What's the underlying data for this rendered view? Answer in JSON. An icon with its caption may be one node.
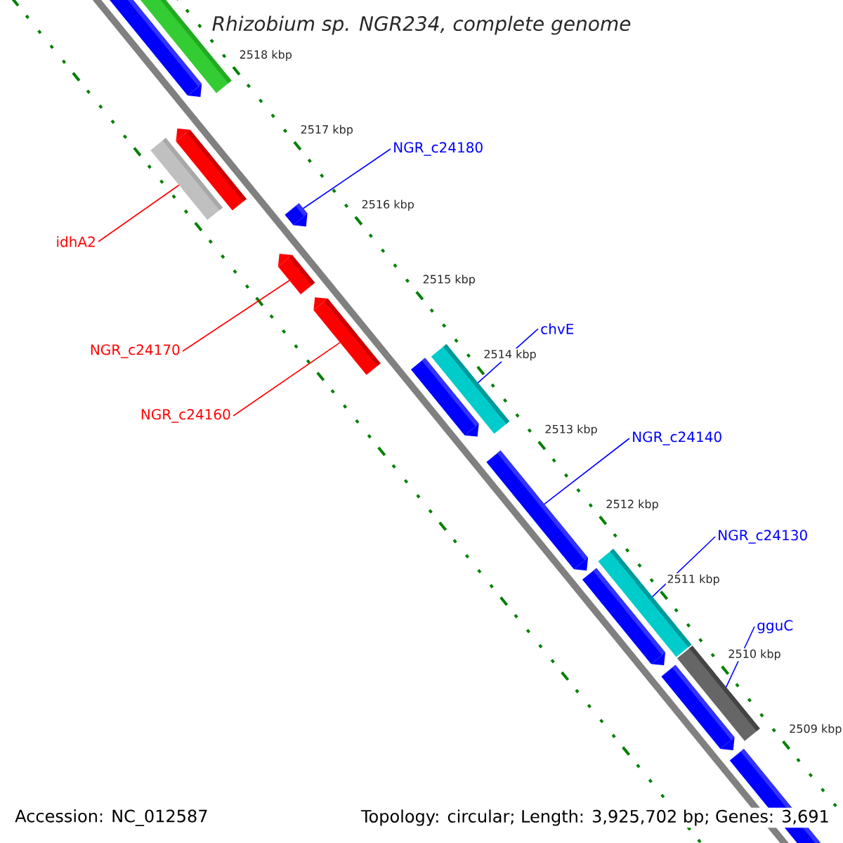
{
  "diagram": {
    "title": "*Rhizobium sp. NGR234, complete genome*",
    "nodes": [
      {
        "text": [],
        "shape": "pentagon"
      },
      {
        "text": [],
        "shape": "bar"
      },
      {
        "text": [],
        "shape": "bar"
      },
      {
        "text": [],
        "shape": "pentagon"
      },
      {
        "text": [],
        "shape": "pentagon"
      },
      {
        "text": [],
        "shape": "pentagon"
      },
      {
        "text": [],
        "shape": "pentagon"
      },
      {
        "text": [],
        "shape": "pentagon"
      },
      {
        "text": [],
        "shape": "bar"
      },
      {
        "text": [],
        "shape": "pentagon"
      },
      {
        "text": [],
        "shape": "bar"
      },
      {
        "text": [],
        "shape": "pentagon"
      },
      {
        "text": [],
        "shape": "bar"
      },
      {
        "text": [],
        "shape": "pentagon"
      },
      {
        "text": [],
        "shape": "pentagon"
      },
      {
        "text": [
          "NGR_c24180"
        ]
      },
      {
        "text": [
          "idhA2"
        ]
      },
      {
        "text": [
          "chvE"
        ]
      },
      {
        "text": [
          "NGR_c24170"
        ]
      },
      {
        "text": [
          "NGR_c24160"
        ]
      },
      {
        "text": [
          "NGR_c24140"
        ]
      },
      {
        "text": [
          "NGR_c24130"
        ]
      },
      {
        "text": [
          "gguC"
        ]
      }
    ],
    "edges": [
      {
        "from": 15,
        "to": 4,
        "arrow": "none"
      },
      {
        "from": 16,
        "to": 2,
        "arrow": "none",
        "color": "#ff0000"
      },
      {
        "from": 17,
        "to": 8,
        "arrow": "none"
      },
      {
        "from": 18,
        "to": 5,
        "arrow": "none",
        "color": "#ff0000"
      },
      {
        "from": 19,
        "to": 6,
        "arrow": "none",
        "color": "#ff0000"
      },
      {
        "from": 20,
        "to": 9,
        "arrow": "none"
      },
      {
        "from": 21,
        "to": 10,
        "arrow": "none"
      },
      {
        "from": 22,
        "to": 12,
        "arrow": "none"
      }
    ],
    "labels": [
      "2518 kbp",
      "2517 kbp",
      "2516 kbp",
      "2515 kbp",
      "2514 kbp",
      "2513 kbp",
      "2512 kbp",
      "2511 kbp",
      "2510 kbp",
      "2509 kbp",
      "Accession: NC_012587",
      "Topology: circular; Length: 3,925,702 bp; Genes: 3,691"
    ]
  }
}
